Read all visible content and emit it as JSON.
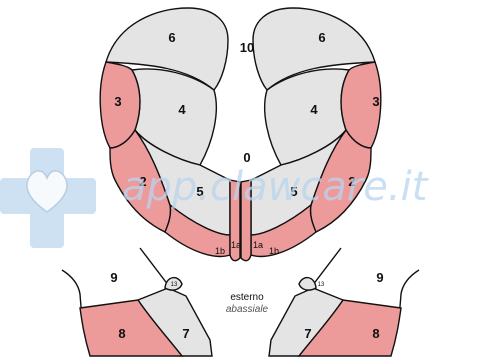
{
  "zones": {
    "z6": "6",
    "z3": "3",
    "z4": "4",
    "z2": "2",
    "z5": "5",
    "z1a": "1a",
    "z1b": "1b",
    "z9": "9",
    "z8": "8",
    "z7": "7",
    "z13": "13"
  },
  "centre_labels": {
    "top": "10",
    "middle": "0"
  },
  "caption": {
    "line1": "esterno",
    "line2": "abassiale"
  },
  "watermark": {
    "text": "app.clawcare.it",
    "logo": "cross-heart-logo"
  },
  "colors": {
    "grey": "#e4e4e4",
    "red": "#ec9a9a",
    "outline": "#111111",
    "watermark": "#b9d5ee"
  }
}
